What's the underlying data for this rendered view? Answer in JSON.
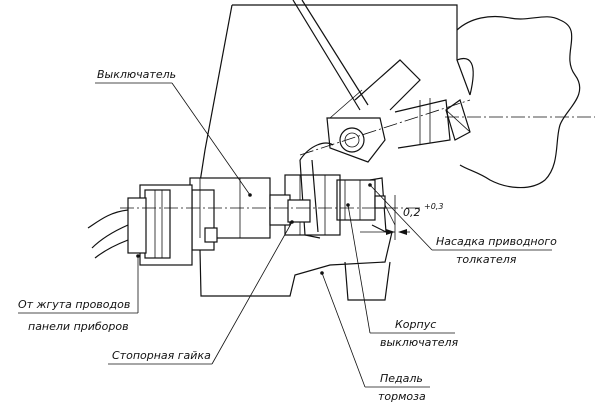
{
  "labels": {
    "switch": "Выключатель",
    "harness_line1": "От жгута проводов",
    "harness_line2": "панели приборов",
    "lock_nut": "Стопорная гайка",
    "switch_body_line1": "Корпус",
    "switch_body_line2": "выключателя",
    "pedal_line1": "Педаль",
    "pedal_line2": "тормоза",
    "tip_line1": "Насадка приводного",
    "tip_line2": "толкателя",
    "gap_value": "0,2",
    "gap_tolerance": "+0,3"
  }
}
